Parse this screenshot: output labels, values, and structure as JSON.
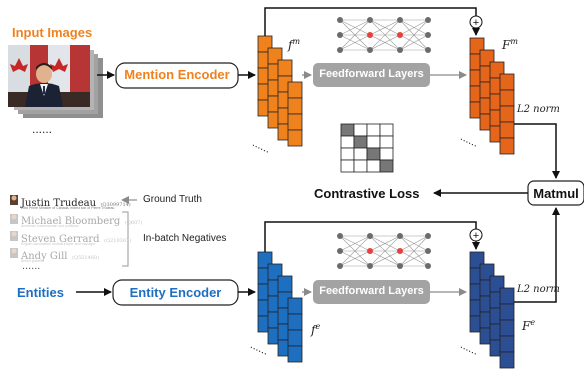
{
  "labels": {
    "input_images": "Input Images",
    "mention_encoder": "Mention Encoder",
    "entities": "Entities",
    "entity_encoder": "Entity Encoder",
    "feedforward_top": "Feedforward Layers",
    "feedforward_bottom": "Feedforward Layers",
    "f_m_base": "f",
    "f_m_sup": "m",
    "F_m_base": "F",
    "F_m_sup": "m",
    "f_e_base": "f",
    "f_e_sup": "e",
    "F_e_base": "F",
    "F_e_sup": "e",
    "l2_top": "L2 norm",
    "l2_bottom": "L2 norm",
    "contrastive_loss": "Contrastive Loss",
    "matmul": "Matmul",
    "ground_truth": "Ground Truth",
    "in_batch_negatives": "In-batch Negatives",
    "ellipsis": "......",
    "plus": "+"
  },
  "entity_list": [
    {
      "name": "Justin Trudeau",
      "id": "(Q3099714)",
      "desc": "23rd Prime Minister of Canada, eldest son of Pierre Trudeau",
      "faded": false
    },
    {
      "name": "Michael Bloomberg",
      "id": "(Q607)",
      "desc": "American businessman and politician",
      "faded": true
    },
    {
      "name": "Steven Gerrard",
      "id": "(Q210367)",
      "desc": "English association football player and manager",
      "faded": true
    },
    {
      "name": "Andy Gill",
      "id": "(Q551460)",
      "desc": "British guitarist",
      "faded": true
    }
  ],
  "colors": {
    "orange": "#f0821e",
    "orange_dark": "#e5661a",
    "blue": "#1f6fc1",
    "blue_dark": "#2c4e92",
    "ff_gray": "#a3a3a3",
    "nn_red": "#e8413c",
    "nn_gray": "#6b6b6b"
  }
}
